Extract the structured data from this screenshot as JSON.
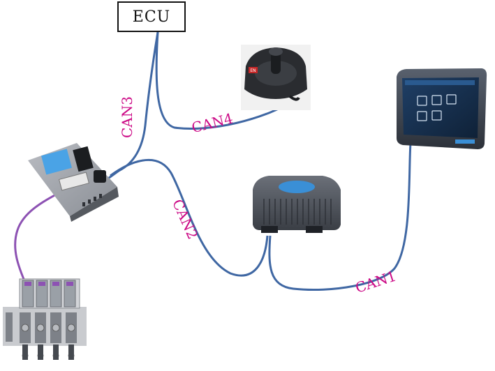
{
  "ecu": {
    "label": "ECU"
  },
  "buses": {
    "can1": "CAN1",
    "can2": "CAN2",
    "can3": "CAN3",
    "can4": "CAN4"
  },
  "devices": {
    "joystick_badge": "EN",
    "display_icons": [
      "wrench-icon",
      "tractor-icon",
      "document-icon",
      "pen-icon",
      "gauge-icon"
    ]
  },
  "colors": {
    "cable_blue": "#3f67a3",
    "cable_purple": "#8d52b3",
    "label_magenta": "#cc0a86",
    "device_dark": "#2b2f36",
    "device_blue": "#3a8fd6"
  }
}
